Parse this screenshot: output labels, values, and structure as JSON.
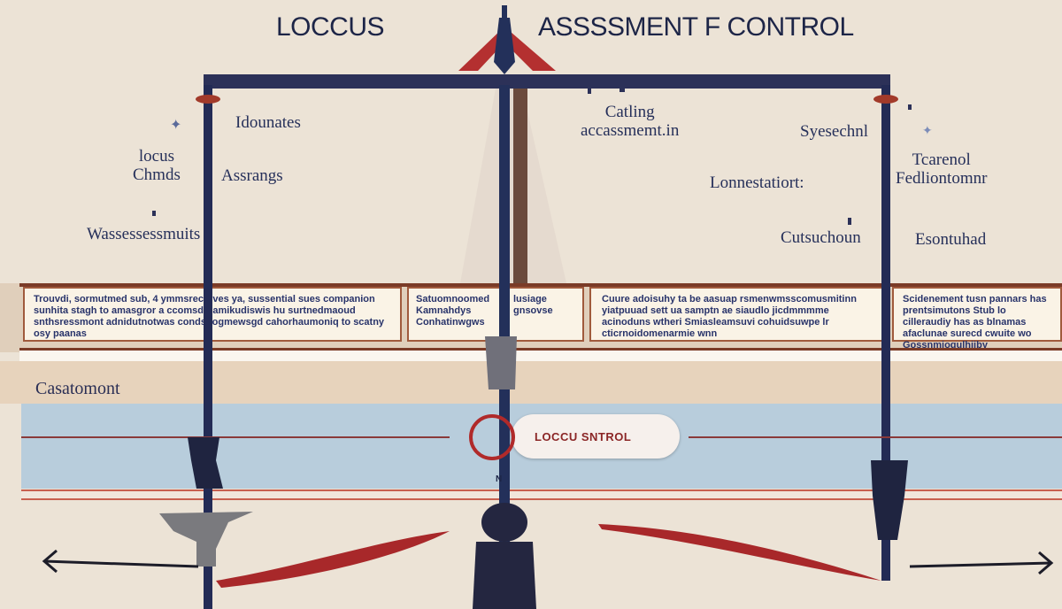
{
  "title": {
    "left": "LOCCUS",
    "right": "ASSSSMENT F  CONTROL"
  },
  "labels": {
    "idmunates": "Idounates",
    "locus_chmds": "locus\nChmds",
    "assrings": "Assrangs",
    "wassessments": "Wassessessmuits",
    "catling": "Catling\naccassmemt.in",
    "syeseghr": "Syesechnl",
    "tcarenol": "Tcarenol\nFedliontomnr",
    "lonnestaturt": "Lonnestatiort:",
    "cutsuchoun": "Cutsuchoun",
    "esonuhad": "Esontuhad"
  },
  "panels": {
    "p1": "Trouvdi, sormutmed sub, 4 ymmsrecthves ya, sussential sues companion sunhita stagh to amasgror a ccomsd Pamikudiswis hu surtnedmaoud snthsressmont adnidutnotwas condstiogmewsgd cahorhaumoniq to scatny osy paanas",
    "p2": "Satuomnoomed Kamnahdys Conhatinwgws",
    "p3": "lusiage gnsovse",
    "p4": "Cuure adoisuhy ta be aasuap rsmenwmsscomusmitinn yiatpuuad sett ua samptn ae siaudlo jicdmmmme acinoduns wtheri Smiasleamsuvi cohuidsuwpe lr cticrnoidomenarmie wnn",
    "p5": "Scidenement tusn pannars has prentsimutons Stub lo cilleraudiy has as blnamas afaclunae surecd cwuite wo Gossnmiogulhiiby"
  },
  "track": {
    "left_label": "Casatomont",
    "pill_label": "LOCCU SNTROL",
    "pill_mark": "N"
  },
  "colors": {
    "background": "#ece3d6",
    "navy": "#232b55",
    "red": "#a8282a",
    "track_blue": "#b8cddc",
    "band": "#e0cfbb"
  }
}
